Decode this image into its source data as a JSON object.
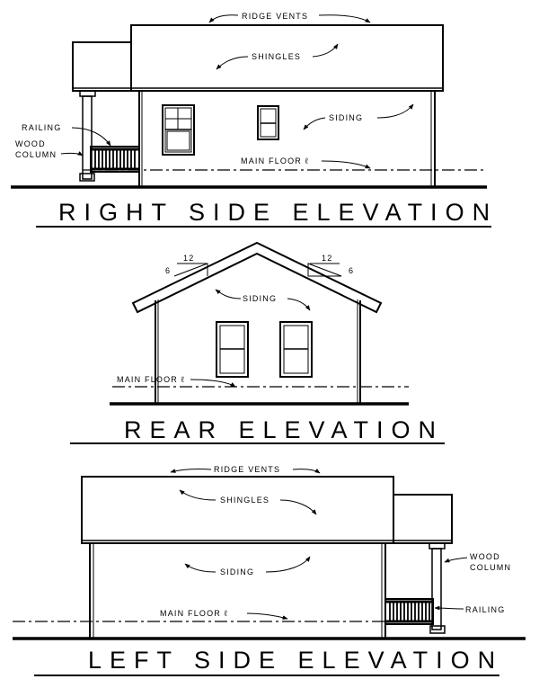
{
  "right": {
    "title": "RIGHT SIDE ELEVATION",
    "ridge_vents": "RIDGE VENTS",
    "shingles": "SHINGLES",
    "siding": "SIDING",
    "railing": "RAILING",
    "wood": "WOOD",
    "column": "COLUMN",
    "main_floor": "MAIN FLOOR ℓ"
  },
  "rear": {
    "title": "REAR ELEVATION",
    "siding": "SIDING",
    "main_floor": "MAIN FLOOR ℓ",
    "pitch_run": "12",
    "pitch_rise": "6"
  },
  "left": {
    "title": "LEFT SIDE ELEVATION",
    "ridge_vents": "RIDGE VENTS",
    "shingles": "SHINGLES",
    "siding": "SIDING",
    "wood": "WOOD",
    "column": "COLUMN",
    "railing": "RAILING",
    "main_floor": "MAIN FLOOR ℓ"
  }
}
